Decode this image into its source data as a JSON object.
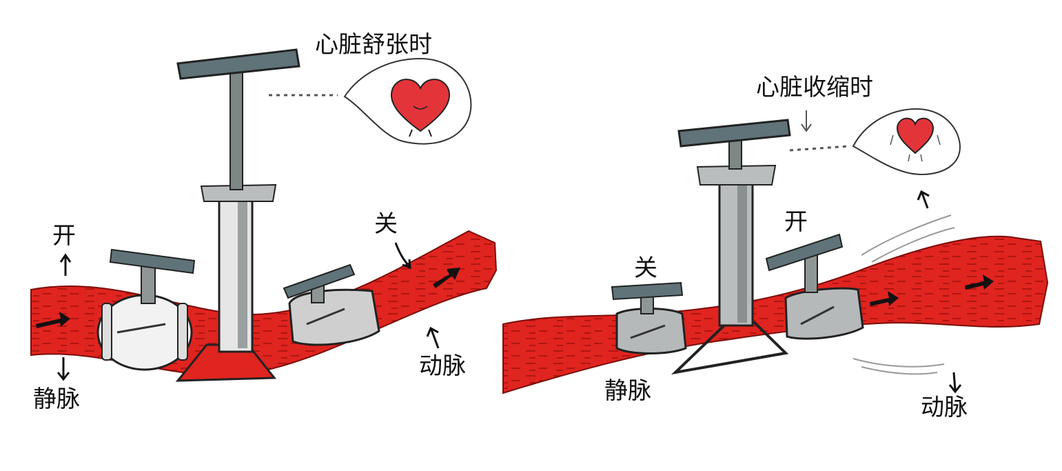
{
  "left_panel": {
    "title": "心脏舒张时",
    "venous_valve_label": "开",
    "arterial_valve_label": "关",
    "vein_label": "静脉",
    "artery_label": "动脉"
  },
  "right_panel": {
    "title": "心脏收缩时",
    "venous_valve_label": "关",
    "arterial_valve_label": "开",
    "vein_label": "静脉",
    "artery_label": "动脉"
  },
  "colors": {
    "vessel_red": "#e0241f",
    "vessel_dark": "#a5140f",
    "pump_grey": "#8f9696",
    "pump_dark": "#556066",
    "valve_blue_grey": "#5f7378",
    "heart_red": "#e3343a",
    "outline": "#222222"
  },
  "icons": {
    "left_heart": "heart-relaxed-icon",
    "right_heart": "heart-contracting-icon",
    "flow": "flow-arrow-icon"
  }
}
